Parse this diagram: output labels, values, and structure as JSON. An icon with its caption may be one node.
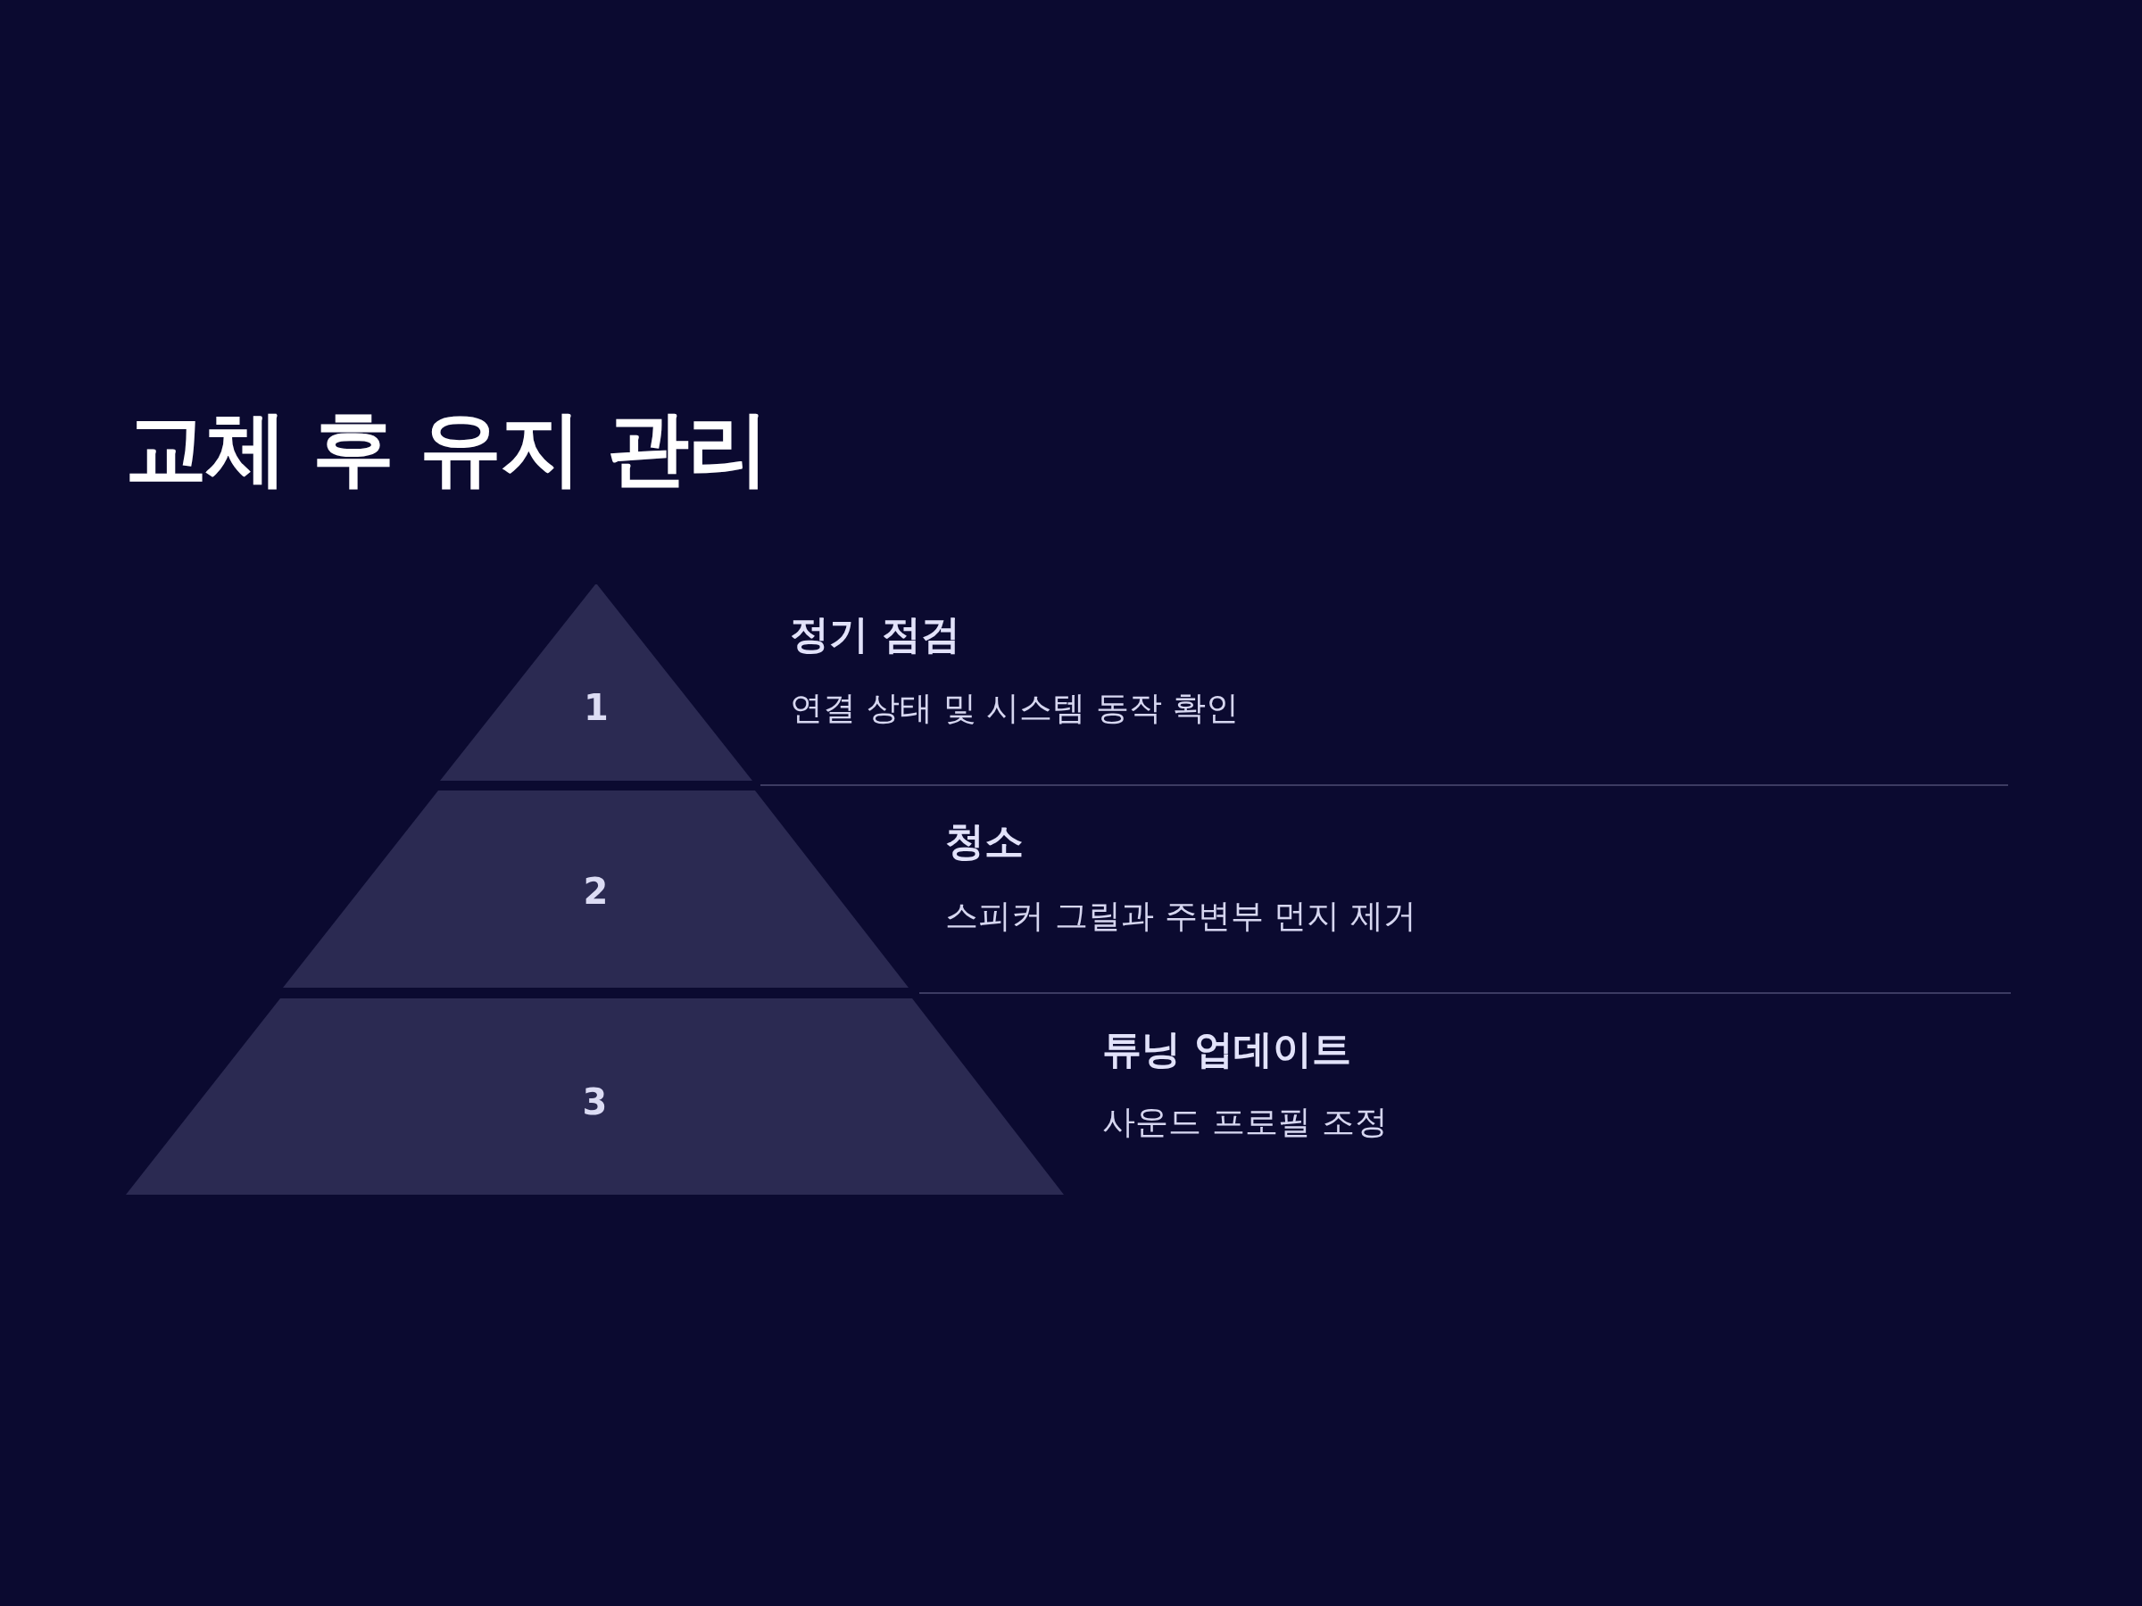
{
  "diagram": {
    "title": "교체 후 유지 관리",
    "nodes": [
      {
        "text": [
          "1"
        ],
        "beside": [
          "정기 점검",
          "연결 상태 및 시스템 동작 확인"
        ]
      },
      {
        "text": [
          "2"
        ],
        "beside": [
          "청소",
          "스피커 그릴과 주변부 먼지 제거"
        ]
      },
      {
        "text": [
          "3"
        ],
        "beside": [
          "튜닝 업데이트",
          "사운드 프로필 조정"
        ]
      }
    ]
  }
}
